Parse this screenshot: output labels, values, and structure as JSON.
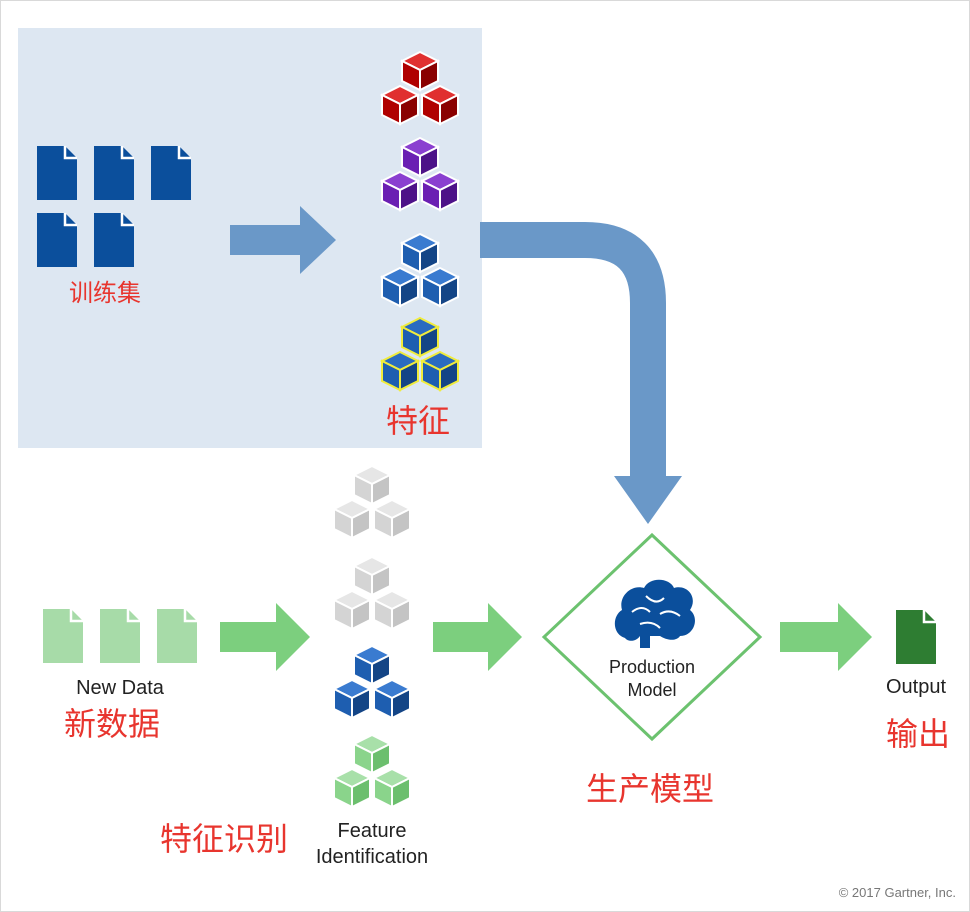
{
  "training": {
    "label_cn": "训练集"
  },
  "features": {
    "label_cn": "特征"
  },
  "new_data": {
    "label_en": "New Data",
    "label_cn": "新数据"
  },
  "feature_identification": {
    "label_en_line1": "Feature",
    "label_en_line2": "Identification",
    "label_cn": "特征识别"
  },
  "production_model": {
    "label_en_line1": "Production",
    "label_en_line2": "Model",
    "label_cn": "生产模型"
  },
  "output": {
    "label_en": "Output",
    "label_cn": "输出"
  },
  "copyright": "© 2017 Gartner, Inc.",
  "colors": {
    "panel_bg": "#dde7f2",
    "doc_blue": "#0b4f9c",
    "arrow_blue": "#6a98c8",
    "arrow_green": "#7ccf7e",
    "doc_green_light": "#a7dba8",
    "doc_green_dark": "#2e7d32",
    "cube_red": "#c00000",
    "cube_purple": "#6a1fb3",
    "cube_blue": "#1e5eb0",
    "cube_yellow_edge": "#e8e84a",
    "cube_gray": "#d4d4d4",
    "cube_green": "#8ad48b",
    "diamond_stroke": "#6cc26f",
    "label_red": "#e8352e"
  }
}
